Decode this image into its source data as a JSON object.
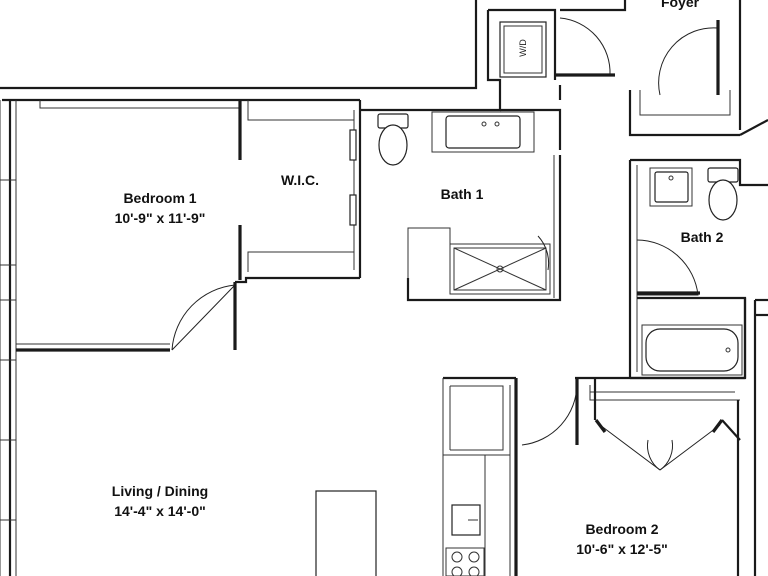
{
  "rooms": {
    "foyer": {
      "name": "Foyer"
    },
    "bedroom1": {
      "name": "Bedroom 1",
      "dims": "10'-9\" x 11'-9\""
    },
    "wic": {
      "name": "W.I.C."
    },
    "bath1": {
      "name": "Bath 1"
    },
    "bath2": {
      "name": "Bath 2"
    },
    "living": {
      "name": "Living / Dining",
      "dims": "14'-4\" x 14'-0\""
    },
    "bedroom2": {
      "name": "Bedroom 2",
      "dims": "10'-6\" x 12'-5\""
    }
  },
  "fixtures": {
    "washer_dryer": "W/D"
  },
  "icons": {
    "door": "door-swing-icon",
    "toilet": "toilet-icon",
    "sink": "sink-icon",
    "shower": "shower-icon",
    "bathtub": "bathtub-icon",
    "stove": "stove-icon",
    "washer_dryer": "washer-dryer-icon"
  }
}
